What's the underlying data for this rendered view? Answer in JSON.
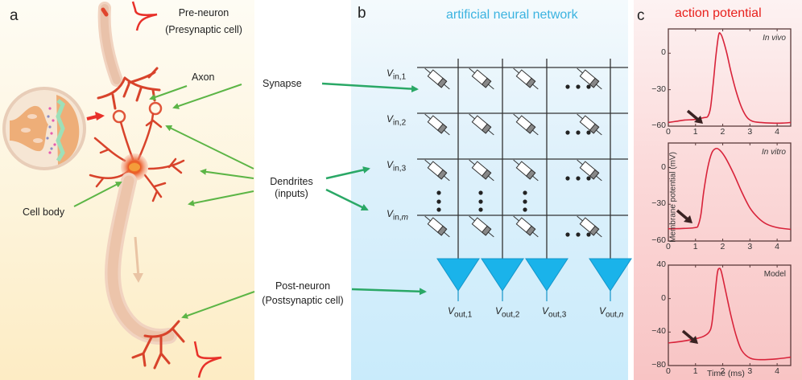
{
  "panels": {
    "a": {
      "letter": "a",
      "labels": {
        "pre_neuron": "Pre-neuron",
        "pre_neuron_sub": "(Presynaptic cell)",
        "axon": "Axon",
        "cell_body": "Cell body",
        "synapse": "Synapse",
        "dendrites": "Dendrites",
        "dendrites_sub": "(inputs)",
        "post_neuron": "Post-neuron",
        "post_neuron_sub": "(Postsynaptic cell)"
      },
      "colors": {
        "neuron": "#e0452c",
        "axon": "#eec9b1",
        "arrow": "#5cb546",
        "spike": "#e8312a"
      }
    },
    "b": {
      "letter": "b",
      "title": "artificial neural network",
      "title_color": "#3bb3e0",
      "inputs": [
        {
          "v": "V",
          "sub": "in,1"
        },
        {
          "v": "V",
          "sub": "in,2"
        },
        {
          "v": "V",
          "sub": "in,3"
        },
        {
          "v": "V",
          "sub": "in,",
          "sub_italic": "m"
        }
      ],
      "outputs": [
        {
          "v": "V",
          "sub": "out,1"
        },
        {
          "v": "V",
          "sub": "out,2"
        },
        {
          "v": "V",
          "sub": "out,3"
        },
        {
          "v": "V",
          "sub": "out,",
          "sub_italic": "n"
        }
      ],
      "colors": {
        "amplifier": "#1ab3ea",
        "wire": "#333333",
        "arrow": "#2aa866"
      }
    },
    "c": {
      "letter": "c",
      "title": "action potential",
      "title_color": "#e8201c",
      "ylabel": "Membrane potential (mV)",
      "xlabel": "Time (ms)"
    }
  },
  "chart_data": [
    {
      "type": "line",
      "title": "In vivo",
      "xlabel": "",
      "ylabel": "Membrane potential (mV)",
      "xlim": [
        0,
        4.5
      ],
      "ylim": [
        -60,
        20
      ],
      "xticks": [
        "0",
        "1",
        "2",
        "3",
        "4"
      ],
      "yticks": [
        "0",
        "−30",
        "−60"
      ],
      "ytick_values": [
        0,
        -30,
        -60
      ],
      "x": [
        0,
        0.3,
        0.6,
        1.0,
        1.3,
        1.45,
        1.55,
        1.65,
        1.75,
        1.85,
        1.92,
        2.0,
        2.15,
        2.3,
        2.5,
        2.7,
        2.9,
        3.1,
        3.4,
        3.8,
        4.2,
        4.5
      ],
      "y": [
        -57,
        -56,
        -55,
        -54.5,
        -53,
        -52,
        -45,
        -25,
        -2,
        15,
        16,
        12,
        0,
        -15,
        -32,
        -45,
        -53,
        -56,
        -57,
        -57.5,
        -57.5,
        -57
      ],
      "annotation": "arrow near onset at t≈1.4 ms"
    },
    {
      "type": "line",
      "title": "In vitro",
      "xlabel": "",
      "ylabel": "Membrane potential (mV)",
      "xlim": [
        0,
        4.5
      ],
      "ylim": [
        -60,
        20
      ],
      "xticks": [
        "0",
        "1",
        "2",
        "3",
        "4"
      ],
      "yticks": [
        "0",
        "−30",
        "−60"
      ],
      "ytick_values": [
        0,
        -30,
        -60
      ],
      "x": [
        0,
        0.5,
        1.0,
        1.1,
        1.2,
        1.3,
        1.45,
        1.6,
        1.75,
        1.9,
        2.1,
        2.4,
        2.7,
        3.0,
        3.3,
        3.6,
        4.0,
        4.5
      ],
      "y": [
        -50,
        -49.8,
        -49,
        -47,
        -38,
        -20,
        0,
        12,
        15.5,
        14,
        8,
        -5,
        -20,
        -33,
        -41,
        -46,
        -49,
        -50.5
      ],
      "annotation": "arrow near onset at t≈1.0 ms"
    },
    {
      "type": "line",
      "title": "Model",
      "xlabel": "Time (ms)",
      "ylabel": "Membrane potential (mV)",
      "xlim": [
        0,
        4.5
      ],
      "ylim": [
        -80,
        40
      ],
      "xticks": [
        "0",
        "1",
        "2",
        "3",
        "4"
      ],
      "yticks": [
        "40",
        "0",
        "−40",
        "−80"
      ],
      "ytick_values": [
        40,
        0,
        -40,
        -80
      ],
      "x": [
        0,
        0.5,
        1.0,
        1.3,
        1.5,
        1.6,
        1.7,
        1.8,
        1.87,
        1.95,
        2.1,
        2.3,
        2.5,
        2.7,
        3.0,
        3.4,
        4.0,
        4.5
      ],
      "y": [
        -53,
        -51,
        -48,
        -45,
        -40,
        -30,
        0,
        30,
        36,
        32,
        10,
        -20,
        -45,
        -62,
        -71,
        -73,
        -72,
        -70
      ],
      "annotation": "arrow near onset at t≈1.3 ms"
    }
  ]
}
